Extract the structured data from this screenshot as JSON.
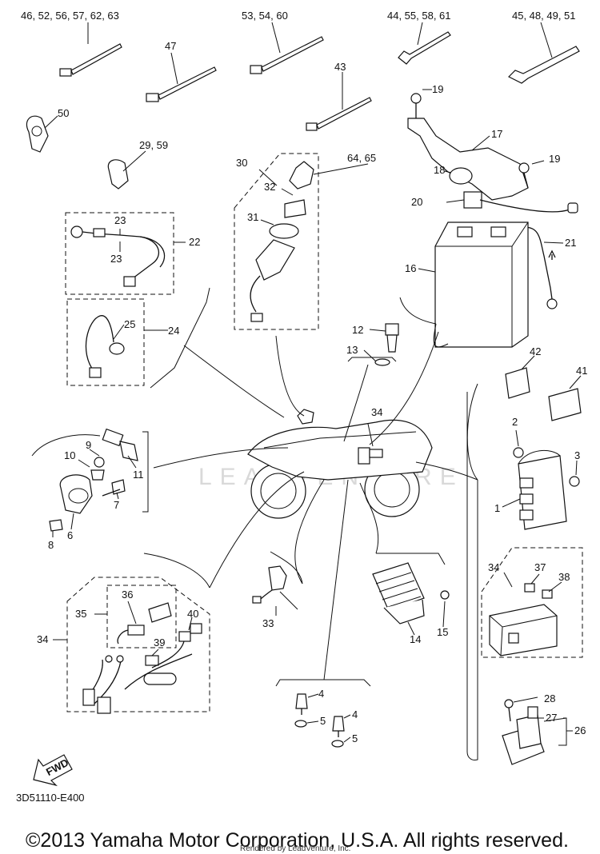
{
  "diagram_code": "3D51110-E400",
  "copyright": "©2013 Yamaha Motor Corporation, U.S.A. All rights reserved.",
  "rendered_by": "Rendered by LeadVenture, Inc.",
  "watermark": "LEADVENTURE",
  "fwd_label": "FWD",
  "callouts": {
    "c46": "46, 52, 56, 57, 62, 63",
    "c53": "53, 54, 60",
    "c44": "44, 55, 58, 61",
    "c45": "45, 48, 49, 51",
    "c47": "47",
    "c43": "43",
    "c19a": "19",
    "c19b": "19",
    "c50": "50",
    "c29": "29, 59",
    "c17": "17",
    "c18": "18",
    "c30": "30",
    "c64": "64, 65",
    "c32": "32",
    "c31": "31",
    "c20": "20",
    "c23a": "23",
    "c23b": "23",
    "c22": "22",
    "c21": "21",
    "c16": "16",
    "c25": "25",
    "c24": "24",
    "c12": "12",
    "c13": "13",
    "c42": "42",
    "c41": "41",
    "c34a": "34",
    "c9": "9",
    "c10": "10",
    "c11": "11",
    "c7": "7",
    "c6": "6",
    "c8": "8",
    "c2": "2",
    "c3": "3",
    "c1": "1",
    "c36": "36",
    "c35": "35",
    "c40": "40",
    "c34b": "34",
    "c39": "39",
    "c33": "33",
    "c14": "14",
    "c15": "15",
    "c34c": "34",
    "c37": "37",
    "c38": "38",
    "c4a": "4",
    "c5a": "5",
    "c4b": "4",
    "c5b": "5",
    "c28": "28",
    "c27": "27",
    "c26": "26"
  }
}
